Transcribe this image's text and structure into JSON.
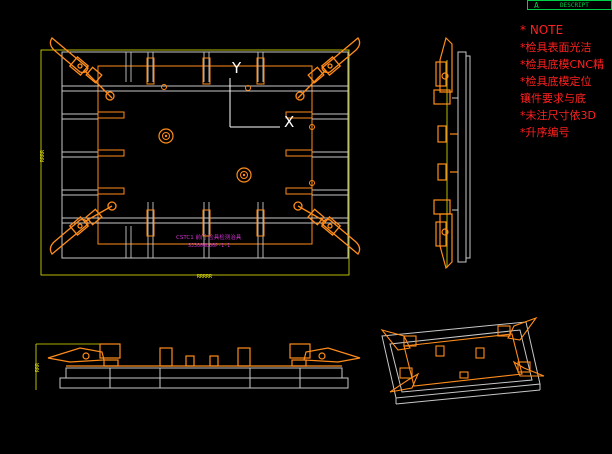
{
  "title_block": {
    "symbol": "A",
    "label": "DESCRIPT"
  },
  "notes": {
    "header": "* NOTE",
    "lines": [
      "*检具表面光洁",
      "*检具底模CNC精",
      "*检具底模定位",
      " 镶件要求与底",
      "*未注尺寸依3D",
      "*升序编号"
    ]
  },
  "plan_view": {
    "center_caption_1": "CSTC1 前门 检具检测治具",
    "center_caption_2": "SJ300WL00P-1-1",
    "dim_left": "RRRR",
    "dim_bottom": "RRRRR"
  },
  "front_view": {
    "dim_left": "RRR"
  },
  "axes": {
    "y_label": "Y",
    "x_label": "X"
  },
  "colors": {
    "background": "#000000",
    "frame": "#c8c8c8",
    "part": "#ff8c1a",
    "dimension": "#e6e600",
    "caption": "#cc33cc",
    "note": "#ff2020"
  }
}
